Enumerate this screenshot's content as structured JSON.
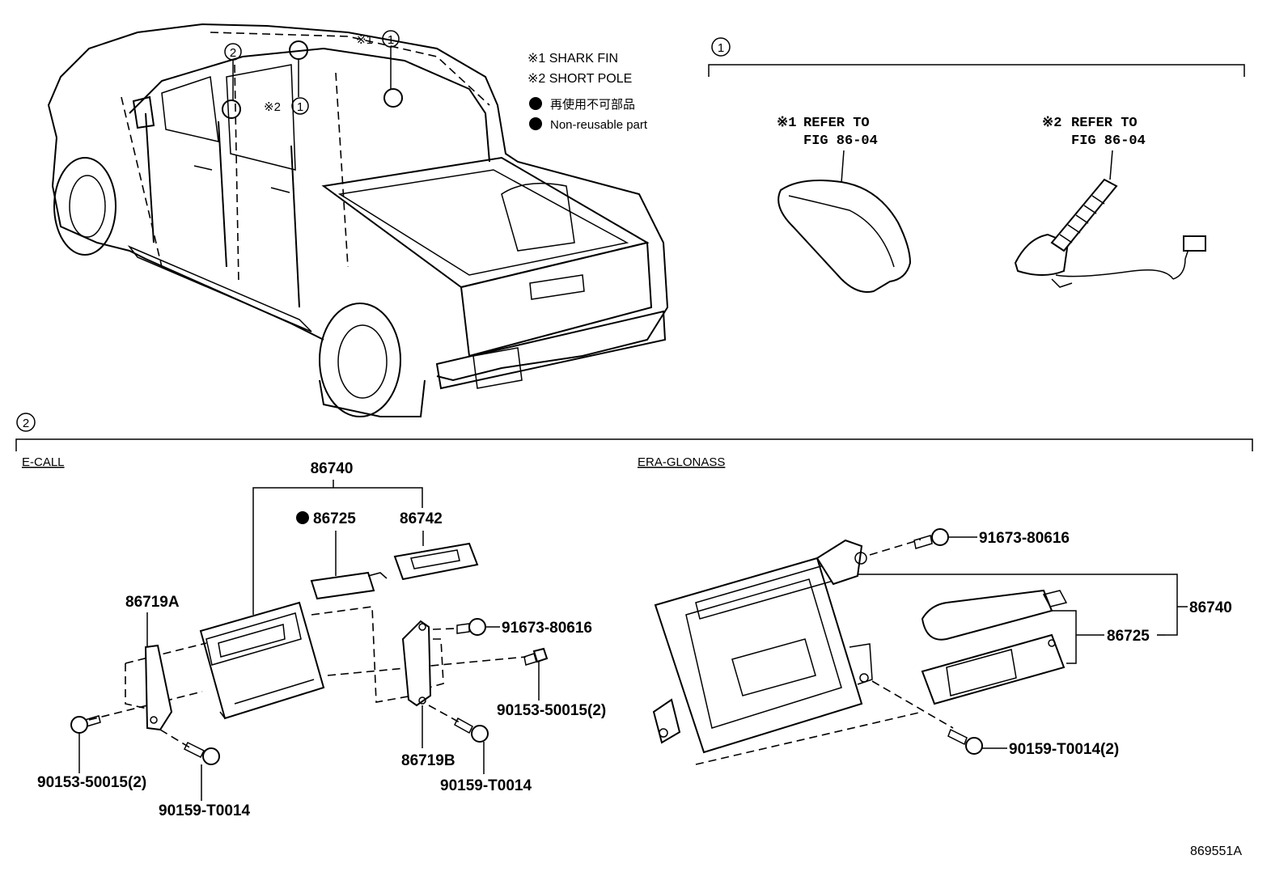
{
  "legend": {
    "note1": "※1 SHARK FIN",
    "note2": "※2 SHORT POLE",
    "nonreusable_jp": "再使用不可部品",
    "nonreusable_en": "Non-reusable part"
  },
  "callouts": {
    "circle1": "1",
    "circle2": "2",
    "mark1": "※1",
    "mark2": "※2"
  },
  "section1": {
    "marker": "1",
    "shark_fin_mark": "※1",
    "shark_fin_ref_line1": "REFER TO",
    "shark_fin_ref_line2": "FIG 86-04",
    "short_pole_mark": "※2",
    "short_pole_ref_line1": "REFER TO",
    "short_pole_ref_line2": "FIG 86-04"
  },
  "section2": {
    "marker": "2",
    "ecall": {
      "label": "E-CALL",
      "parts": {
        "p86740": "86740",
        "p86725": "86725",
        "p86742": "86742",
        "p86719A": "86719A",
        "p86719B": "86719B",
        "bolt_a": "91673-80616",
        "bolt_b": "90153-50015(2)",
        "bolt_c": "90153-50015(2)",
        "screw_a": "90159-T0014",
        "screw_b": "90159-T0014"
      }
    },
    "glonass": {
      "label": "ERA-GLONASS",
      "parts": {
        "bolt": "91673-80616",
        "p86740": "86740",
        "p86725": "86725",
        "screw": "90159-T0014(2)"
      }
    }
  },
  "figure_id": "869551A"
}
